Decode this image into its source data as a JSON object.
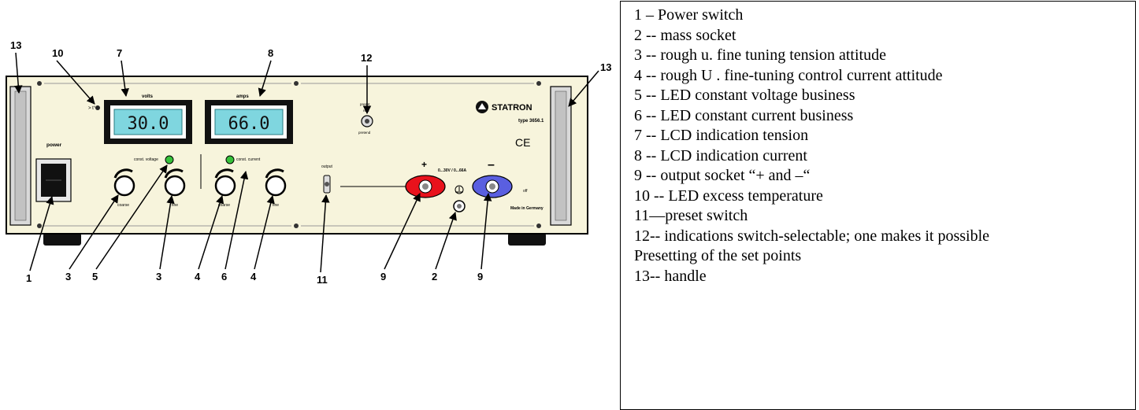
{
  "device": {
    "brand": "STATRON",
    "type": "type 3656.1",
    "ce_mark": "CE",
    "made_in": "Made in Germany",
    "power_label": "power",
    "volts_label": "volts",
    "amps_label": "amps",
    "volts_value": "30.0",
    "amps_value": "66.0",
    "const_voltage_label": "const. voltage",
    "const_current_label": "const. current",
    "coarse_label": "coarse",
    "fine_label": "fine",
    "output_label": "output",
    "preset_label": "preset",
    "real_label": "real",
    "pretend_label": "pretend",
    "rating": "0...30V / 0...66A",
    "plus": "+",
    "minus": "–",
    "off_label": "off",
    "temp_label": "> t°"
  },
  "callouts": {
    "n1": "1",
    "n2": "2",
    "n3a": "3",
    "n3b": "3",
    "n4a": "4",
    "n4b": "4",
    "n5": "5",
    "n6": "6",
    "n7": "7",
    "n8": "8",
    "n9a": "9",
    "n9b": "9",
    "n10": "10",
    "n11": "11",
    "n12": "12",
    "n13a": "13",
    "n13b": "13"
  },
  "legend": [
    "1 – Power switch",
    "2 -- mass socket",
    "3 -- rough u. fine tuning tension attitude",
    "4 -- rough U . fine-tuning control current attitude",
    "5 -- LED constant voltage business",
    "6 -- LED constant current business",
    "7 -- LCD indication tension",
    "8 -- LCD indication current",
    "9 -- output socket “+ and –“",
    "10 -- LED excess temperature",
    "11—preset switch",
    "12-- indications switch-selectable; one makes it  possible",
    "Presetting of the set points",
    "13-- handle"
  ],
  "colors": {
    "panel": "#f7f4dc",
    "lcd": "#7fd6df",
    "led": "#36c23a",
    "plus_socket": "#e8121c",
    "minus_socket": "#5a5fe0"
  }
}
